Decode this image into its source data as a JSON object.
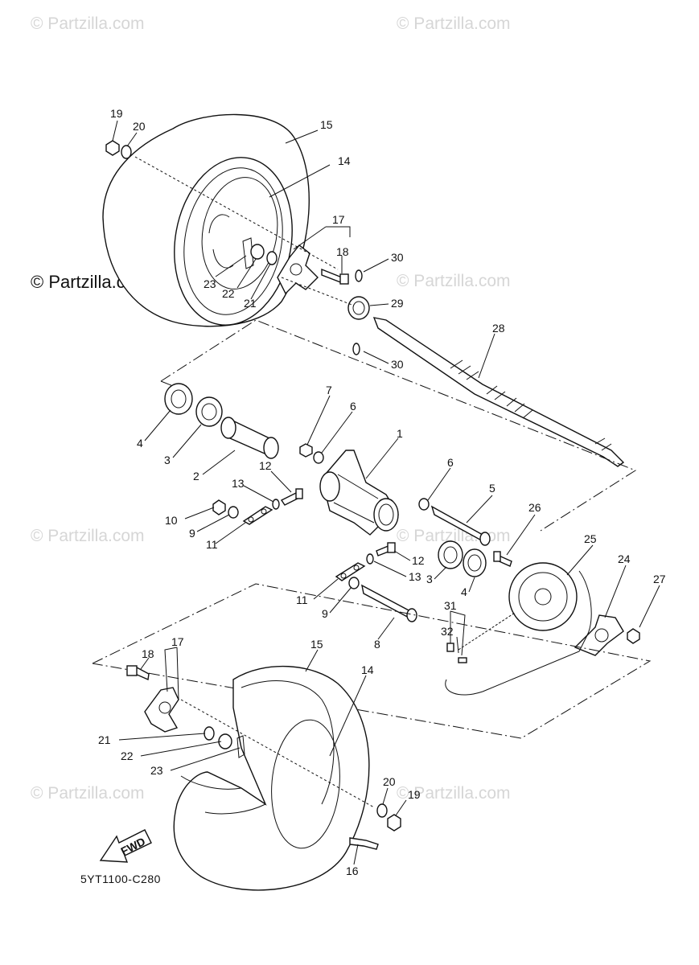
{
  "watermarks": {
    "main": "© Partzilla.com",
    "faint": "© Partzilla.com"
  },
  "diagram_code": "5YT1100-C280",
  "fwd_label": "FWD",
  "callouts": {
    "c19a": "19",
    "c20a": "20",
    "c15a": "15",
    "c14a": "14",
    "c17a": "17",
    "c18a": "18",
    "c30a": "30",
    "c23a": "23",
    "c22a": "22",
    "c21a": "21",
    "c29": "29",
    "c28": "28",
    "c30b": "30",
    "c4a": "4",
    "c3a": "3",
    "c7": "7",
    "c6a": "6",
    "c1": "1",
    "c2": "2",
    "c12a": "12",
    "c13a": "13",
    "c10": "10",
    "c9a": "9",
    "c11a": "11",
    "c6b": "6",
    "c5": "5",
    "c26": "26",
    "c25": "25",
    "c24": "24",
    "c27": "27",
    "c12b": "12",
    "c13b": "13",
    "c3b": "3",
    "c4b": "4",
    "c11b": "11",
    "c9b": "9",
    "c8": "8",
    "c31": "31",
    "c32": "32",
    "c17b": "17",
    "c18b": "18",
    "c15b": "15",
    "c14b": "14",
    "c21b": "21",
    "c22b": "22",
    "c23b": "23",
    "c20b": "20",
    "c19b": "19",
    "c16": "16"
  }
}
